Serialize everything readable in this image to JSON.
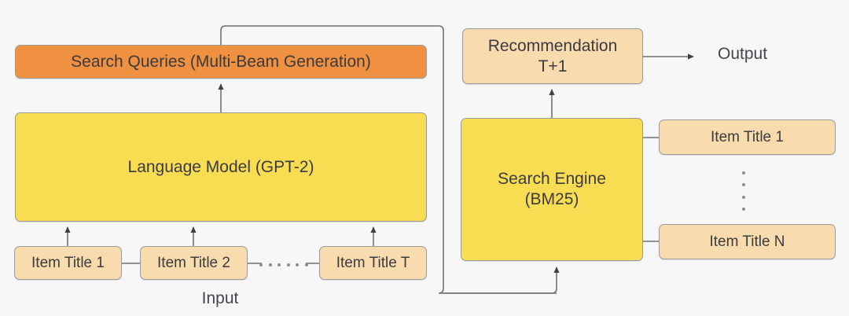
{
  "diagram": {
    "background_color": "#f7f7f7",
    "stroke_color": "#6f7176",
    "text_color": "#3a3a40",
    "nodes": {
      "search_queries": {
        "label": "Search Queries (Multi-Beam Generation)",
        "color": "#ef9140"
      },
      "language_model": {
        "label": "Language Model (GPT-2)",
        "color": "#f8dd53"
      },
      "input_item_1": {
        "label": "Item Title 1",
        "color": "#f8dcae"
      },
      "input_item_2": {
        "label": "Item Title 2",
        "color": "#f8dcae"
      },
      "input_item_t": {
        "label": "Item Title T",
        "color": "#f8dcae"
      },
      "recommendation": {
        "label": "Recommendation\nT+1",
        "line1": "Recommendation",
        "line2": "T+1",
        "color": "#f8dcae"
      },
      "search_engine": {
        "label": "Search Engine\n(BM25)",
        "line1": "Search Engine",
        "line2": "(BM25)",
        "color": "#f8dd53"
      },
      "result_item_1": {
        "label": "Item Title 1",
        "color": "#f8dcae"
      },
      "result_item_n": {
        "label": "Item Title N",
        "color": "#f8dcae"
      }
    },
    "labels": {
      "input": "Input",
      "output": "Output"
    },
    "ellipsis": {
      "horizontal": "......",
      "vertical": "⋮"
    }
  }
}
